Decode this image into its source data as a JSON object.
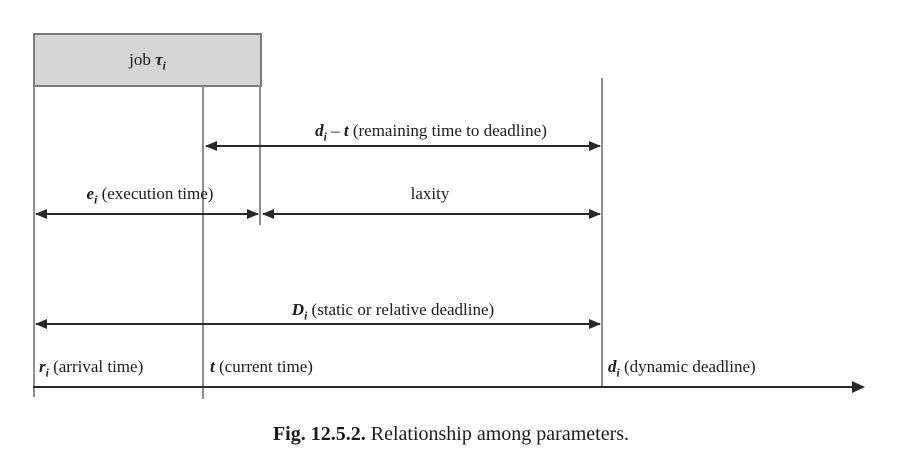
{
  "diagram": {
    "job_box": {
      "label": [
        {
          "s": "n",
          "t": "job "
        },
        {
          "s": "i",
          "t": "τ"
        },
        {
          "s": "sub",
          "t": "i"
        }
      ]
    },
    "arrows": {
      "remaining": {
        "label": [
          {
            "s": "i",
            "t": "d"
          },
          {
            "s": "sub",
            "t": "i"
          },
          {
            "s": "n",
            "t": " – "
          },
          {
            "s": "i",
            "t": "t"
          },
          {
            "s": "n",
            "t": " (remaining time to deadline)"
          }
        ]
      },
      "execution": {
        "label": [
          {
            "s": "i",
            "t": "e"
          },
          {
            "s": "sub",
            "t": "i"
          },
          {
            "s": "n",
            "t": " (execution time)"
          }
        ]
      },
      "laxity": {
        "label": [
          {
            "s": "n",
            "t": "laxity"
          }
        ]
      },
      "relative_deadline": {
        "label": [
          {
            "s": "i",
            "t": "D"
          },
          {
            "s": "sub",
            "t": "i"
          },
          {
            "s": "n",
            "t": " (static or relative deadline)"
          }
        ]
      }
    },
    "timeline_labels": {
      "arrival": {
        "label": [
          {
            "s": "i",
            "t": "r"
          },
          {
            "s": "sub",
            "t": "i"
          },
          {
            "s": "n",
            "t": " (arrival time)"
          }
        ]
      },
      "current": {
        "label": [
          {
            "s": "i",
            "t": "t"
          },
          {
            "s": "n",
            "t": " (current time)"
          }
        ]
      },
      "dynamic_deadline": {
        "label": [
          {
            "s": "i",
            "t": "d"
          },
          {
            "s": "sub",
            "t": "i"
          },
          {
            "s": "n",
            "t": " (dynamic deadline)"
          }
        ]
      }
    },
    "colors": {
      "box_fill": "#d5d5d5",
      "box_border": "#7b7b7b",
      "reference_line_gray": "#8f8f8f",
      "arrow_black": "#2a2a2a",
      "text": "#1c1c1c"
    }
  },
  "caption": {
    "label": "Fig. 12.5.2.",
    "text": "Relationship among parameters."
  }
}
